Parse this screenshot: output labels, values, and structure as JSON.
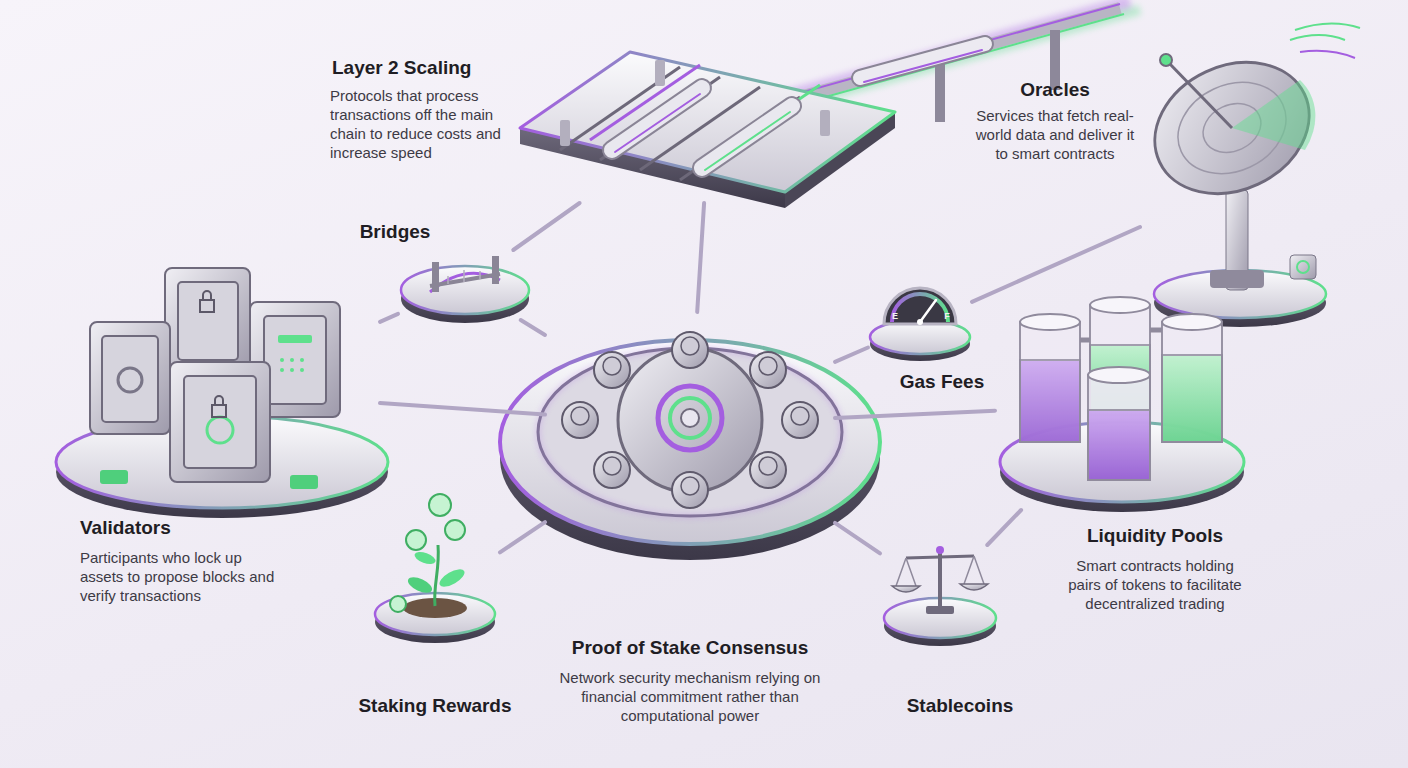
{
  "diagram": {
    "nodes": [
      {
        "text": [
          "Layer 2 Scaling",
          "Protocols that process transactions off the main chain to reduce costs and increase speed"
        ]
      },
      {
        "text": [
          "Oracles",
          "Services that fetch real-world data and deliver it to smart contracts"
        ]
      },
      {
        "text": [
          "Bridges"
        ]
      },
      {
        "text": [
          "Gas Fees"
        ]
      },
      {
        "text": [
          "Validators",
          "Participants who lock up assets to propose blocks and verify transactions"
        ]
      },
      {
        "text": [
          "Liquidity Pools",
          "Smart contracts holding pairs of tokens to facilitate decentralized trading"
        ]
      },
      {
        "text": [
          "Proof of Stake Consensus",
          "Network security mechanism relying on financial commitment rather than computational power"
        ]
      },
      {
        "text": [
          "Staking Rewards"
        ]
      },
      {
        "text": [
          "Stablecoins"
        ]
      }
    ],
    "edges": [
      {
        "from": 6,
        "to": 0,
        "arrow": "none"
      },
      {
        "from": 2,
        "to": 0,
        "arrow": "none"
      },
      {
        "from": 2,
        "to": 4,
        "arrow": "none"
      },
      {
        "from": 2,
        "to": 6,
        "arrow": "none"
      },
      {
        "from": 3,
        "to": 1,
        "arrow": "none"
      },
      {
        "from": 3,
        "to": 6,
        "arrow": "none"
      },
      {
        "from": 4,
        "to": 6,
        "arrow": "none"
      },
      {
        "from": 6,
        "to": 5,
        "arrow": "none"
      },
      {
        "from": 6,
        "to": 7,
        "arrow": "none"
      },
      {
        "from": 6,
        "to": 8,
        "arrow": "none"
      },
      {
        "from": 8,
        "to": 5,
        "arrow": "none"
      }
    ],
    "labels": [
      "E",
      "F"
    ]
  }
}
